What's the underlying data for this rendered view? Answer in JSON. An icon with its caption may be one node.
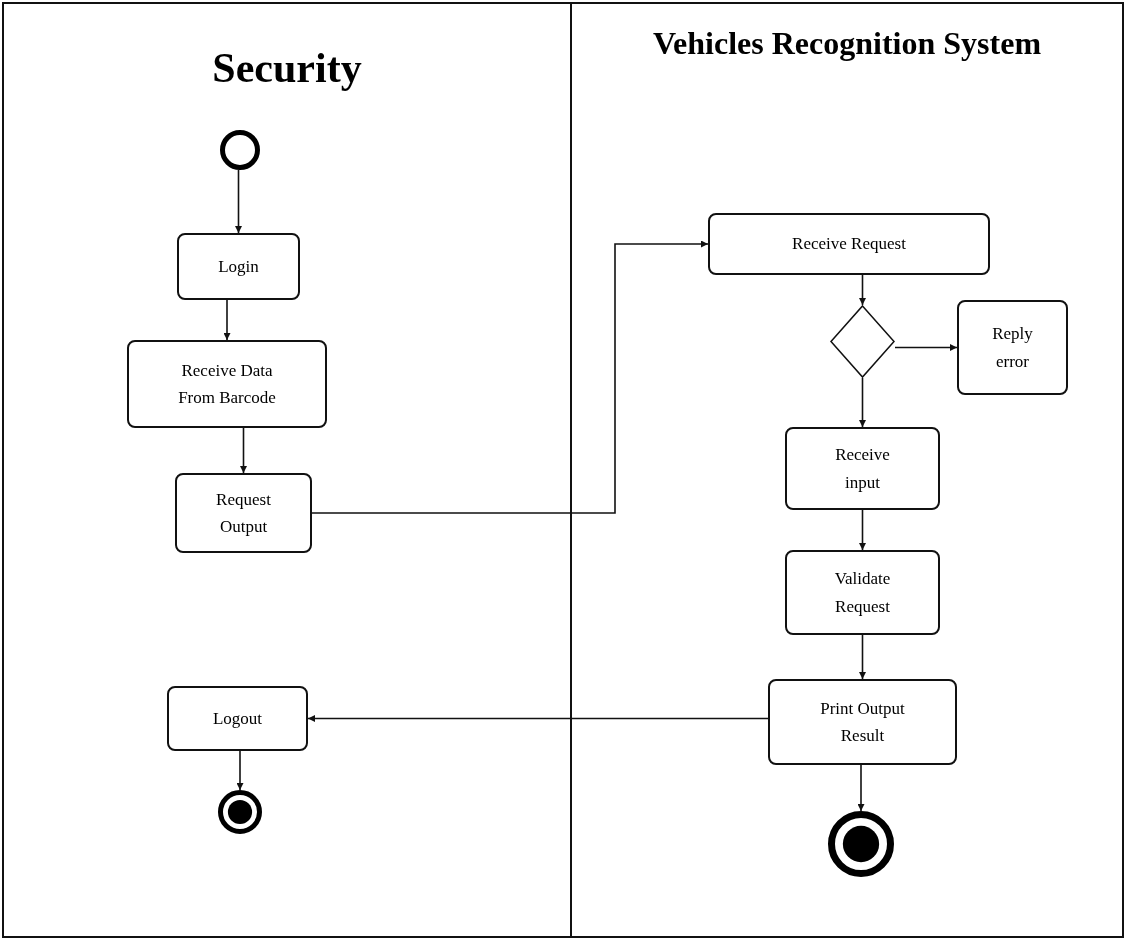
{
  "diagram": {
    "nodes": [
      {
        "text": [
          "Security"
        ]
      },
      {
        "text": [
          "Vehicles Recognition System"
        ]
      },
      {
        "text": [],
        "shape": "circle",
        "in": 0
      },
      {
        "text": [
          "Login"
        ],
        "in": 0
      },
      {
        "text": [
          "Receive Data From Barcode"
        ],
        "in": 0
      },
      {
        "text": [
          "Request Output"
        ],
        "in": 0
      },
      {
        "text": [
          "Logout"
        ],
        "in": 0
      },
      {
        "text": [],
        "shape": "circle",
        "in": 0
      },
      {
        "text": [
          "Receive Request"
        ],
        "in": 1
      },
      {
        "text": [],
        "shape": "diamond",
        "in": 1
      },
      {
        "text": [
          "Reply error"
        ],
        "in": 1
      },
      {
        "text": [
          "Receive input"
        ],
        "in": 1
      },
      {
        "text": [
          "Validate Request"
        ],
        "in": 1
      },
      {
        "text": [
          "Print Output Result"
        ],
        "in": 1
      },
      {
        "text": [],
        "shape": "circle",
        "in": 1
      }
    ],
    "edges": [
      {
        "from": 2,
        "to": 3,
        "arrow": "to"
      },
      {
        "from": 3,
        "to": 4,
        "arrow": "to"
      },
      {
        "from": 4,
        "to": 5,
        "arrow": "to"
      },
      {
        "from": 5,
        "to": 8,
        "arrow": "to"
      },
      {
        "from": 8,
        "to": 9,
        "arrow": "to"
      },
      {
        "from": 9,
        "to": 10,
        "arrow": "to"
      },
      {
        "from": 9,
        "to": 11,
        "arrow": "to"
      },
      {
        "from": 11,
        "to": 12,
        "arrow": "to"
      },
      {
        "from": 12,
        "to": 13,
        "arrow": "to"
      },
      {
        "from": 13,
        "to": 6,
        "arrow": "to"
      },
      {
        "from": 6,
        "to": 7,
        "arrow": "to"
      },
      {
        "from": 13,
        "to": 14,
        "arrow": "to"
      }
    ]
  }
}
